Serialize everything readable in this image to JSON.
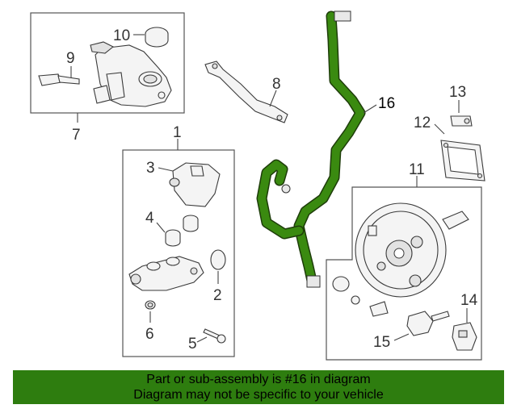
{
  "callouts": {
    "c1": "1",
    "c2": "2",
    "c3": "3",
    "c4": "4",
    "c5": "5",
    "c6": "6",
    "c7": "7",
    "c8": "8",
    "c9": "9",
    "c10": "10",
    "c11": "11",
    "c12": "12",
    "c13": "13",
    "c14": "14",
    "c15": "15",
    "c16": "16"
  },
  "highlight": {
    "part": "16",
    "color": "#2e7d0f"
  },
  "banner": {
    "line1": "Part or sub-assembly is #16 in diagram",
    "line2": "Diagram may not be specific to your vehicle",
    "background": "#2e7d0f"
  }
}
